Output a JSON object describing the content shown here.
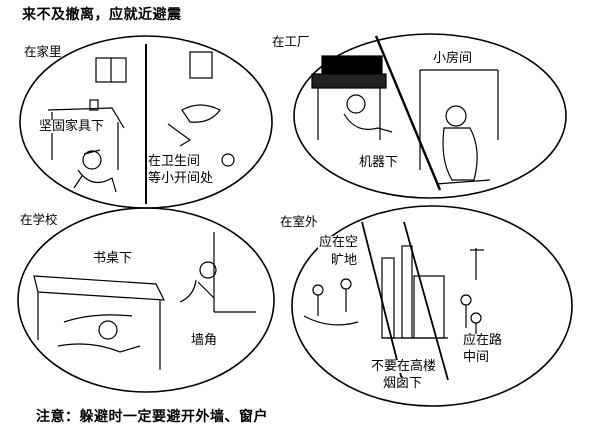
{
  "title": "来不及撤离，应就近避震",
  "note": "注意：躲避时一定要避开外墙、窗户",
  "panels": {
    "home": {
      "heading": "在家里",
      "label_furniture": "坚固家具下",
      "label_bathroom_1": "在卫生间",
      "label_bathroom_2": "等小开间处"
    },
    "factory": {
      "heading": "在工厂",
      "label_machine": "机器下",
      "label_small_room": "小房间"
    },
    "school": {
      "heading": "在学校",
      "label_desk": "书桌下",
      "label_corner": "墙角"
    },
    "outdoor": {
      "heading": "在室外",
      "label_open_1": "应在空",
      "label_open_2": "旷地",
      "label_road_1": "应在路",
      "label_road_2": "中间",
      "label_avoid_1": "不要在高楼",
      "label_avoid_2": "烟囱下"
    }
  },
  "colors": {
    "ink": "#000000",
    "paper": "#ffffff"
  }
}
